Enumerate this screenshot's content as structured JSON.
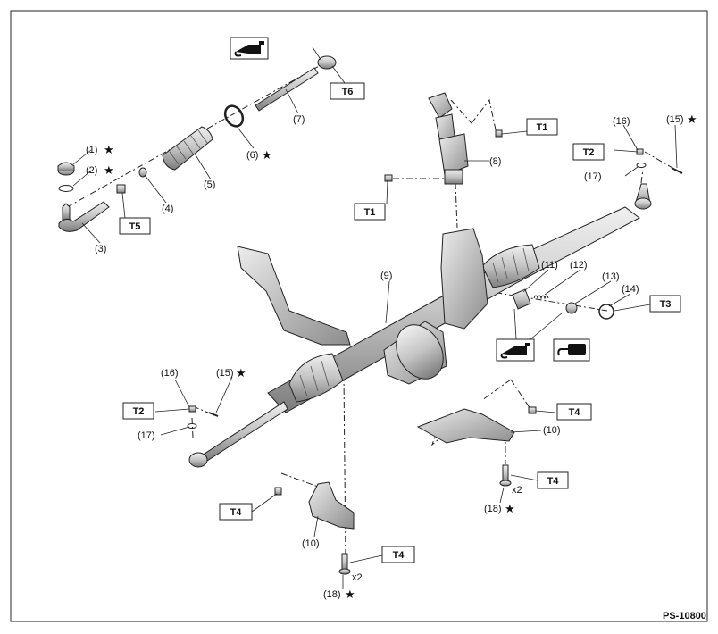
{
  "diagram": {
    "figure_code": "PS-10800",
    "torque_labels": {
      "t1": "T1",
      "t2": "T2",
      "t3": "T3",
      "t4": "T4",
      "t5": "T5",
      "t6": "T6"
    },
    "callouts": {
      "p1": "(1)",
      "p2": "(2)",
      "p3": "(3)",
      "p4": "(4)",
      "p5": "(5)",
      "p6": "(6)",
      "p7": "(7)",
      "p8": "(8)",
      "p9": "(9)",
      "p10": "(10)",
      "p11": "(11)",
      "p12": "(12)",
      "p13": "(13)",
      "p14": "(14)",
      "p15": "(15)",
      "p16": "(16)",
      "p17": "(17)",
      "p18": "(18)"
    },
    "multiplier": "x2",
    "star_glyph": "★",
    "icons": {
      "grease": "grease-gun-icon",
      "sealant": "sealant-tube-icon"
    },
    "colors": {
      "line": "#222222",
      "part_fill": "#d6d6d6",
      "part_dark": "#8a8a8a",
      "icon_black": "#111111"
    }
  }
}
